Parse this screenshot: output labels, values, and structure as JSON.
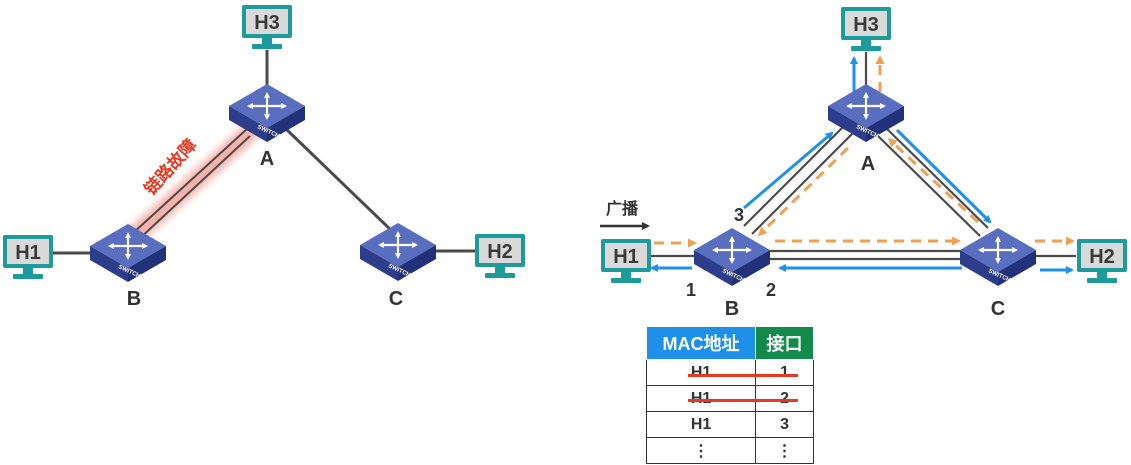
{
  "left": {
    "hosts": {
      "h1": "H1",
      "h2": "H2",
      "h3": "H3"
    },
    "switches": {
      "a": "A",
      "b": "B",
      "c": "C"
    },
    "fault_label": "链路故障"
  },
  "right": {
    "hosts": {
      "h1": "H1",
      "h2": "H2",
      "h3": "H3"
    },
    "switches": {
      "a": "A",
      "b": "B",
      "c": "C"
    },
    "broadcast_label": "广播",
    "ports": {
      "p1": "1",
      "p2": "2",
      "p3": "3"
    }
  },
  "switch_device_text": "SWITCH",
  "mac_table": {
    "headers": {
      "mac": "MAC地址",
      "port": "接口"
    },
    "rows": [
      {
        "mac": "H1",
        "port": "1",
        "struck": true
      },
      {
        "mac": "H1",
        "port": "2",
        "struck": true
      },
      {
        "mac": "H1",
        "port": "3",
        "struck": false
      },
      {
        "mac": "⋮",
        "port": "⋮",
        "struck": false
      }
    ]
  },
  "colors": {
    "monitor_frame": "#1d9a9a",
    "monitor_screen": "#d9d9d9",
    "switch_body": "#3a4ea8",
    "link": "#4a4a4a",
    "blue_arrow": "#1e90ea",
    "orange_arrow": "#f0a050",
    "fault_glow": "#f7a8a0",
    "fault_text": "#e8381f"
  }
}
